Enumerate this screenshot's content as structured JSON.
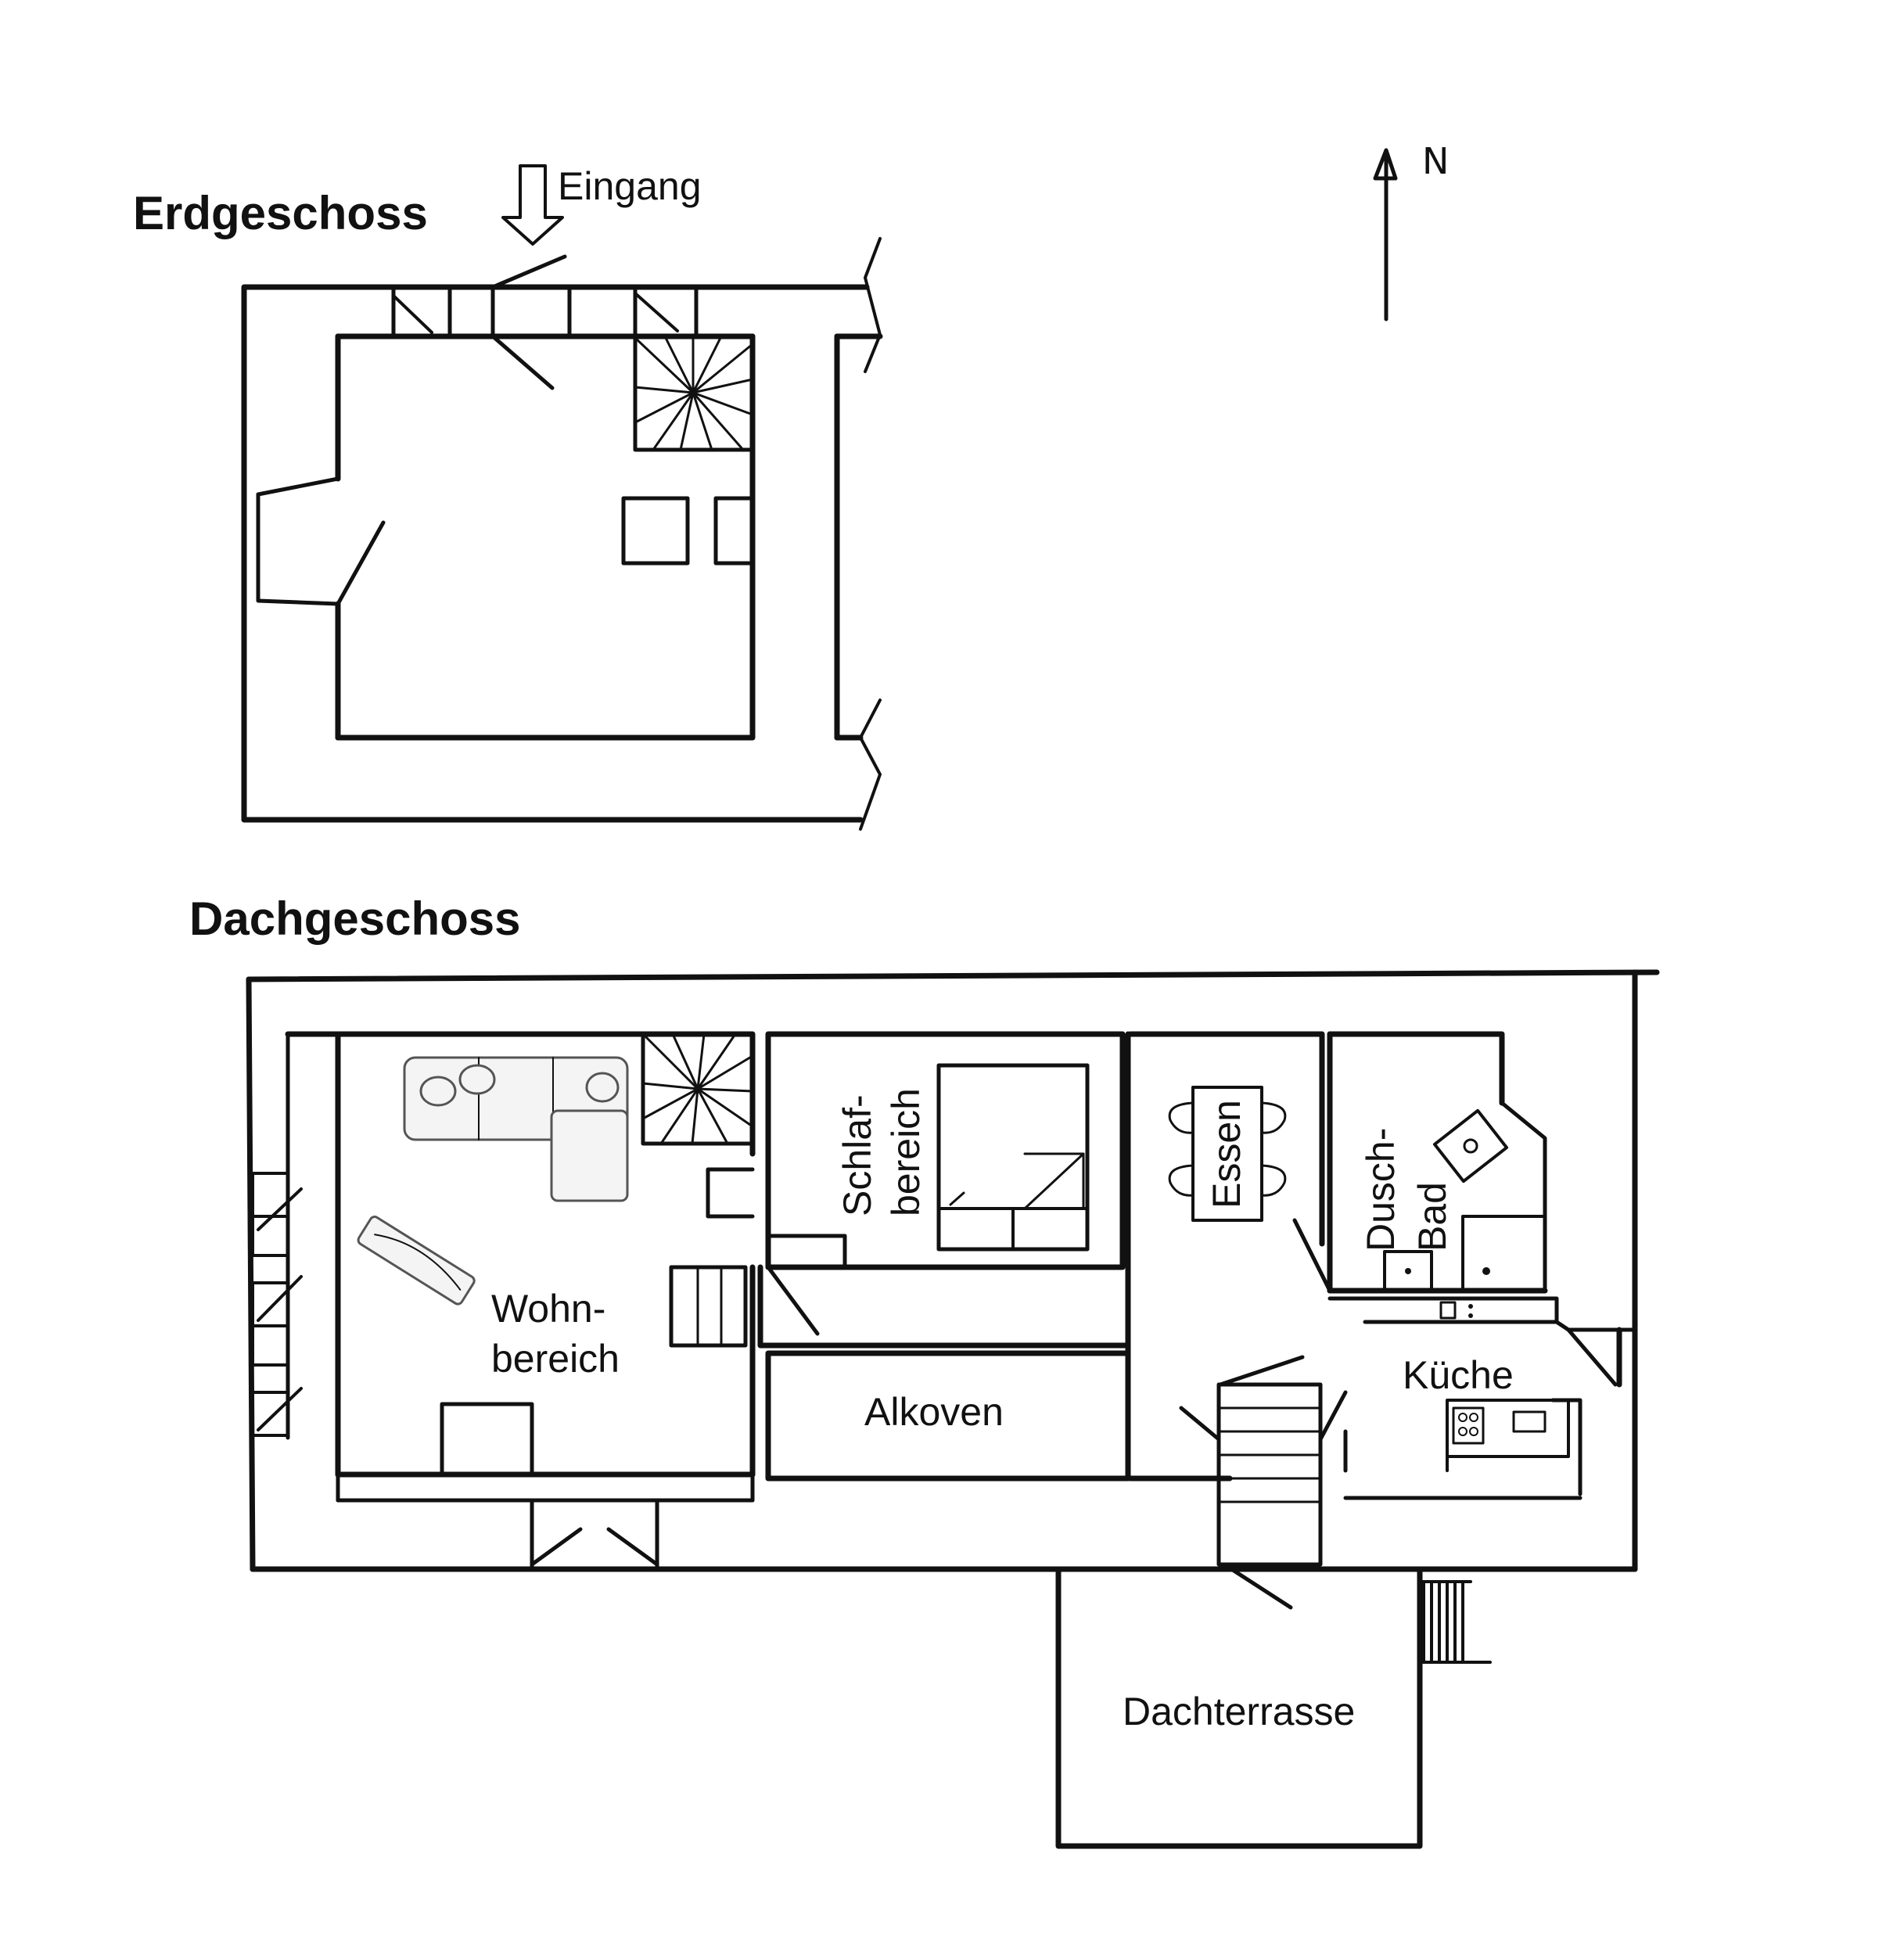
{
  "floors": {
    "ground": {
      "title": "Erdgeschoss",
      "entrance_label": "Eingang"
    },
    "attic": {
      "title": "Dachgeschoss",
      "rooms": {
        "living_line1": "Wohn-",
        "living_line2": "bereich",
        "sleep_line1": "Schlaf-",
        "sleep_line2": "bereich",
        "alcove": "Alkoven",
        "dining": "Essen",
        "bath_line1": "Dusch-",
        "bath_line2": "Bad",
        "kitchen": "Küche",
        "roof_terrace": "Dachterrasse"
      }
    }
  },
  "compass": {
    "label": "N",
    "icon": "north-arrow-icon"
  },
  "colors": {
    "ink": "#111111",
    "paper": "#ffffff"
  }
}
